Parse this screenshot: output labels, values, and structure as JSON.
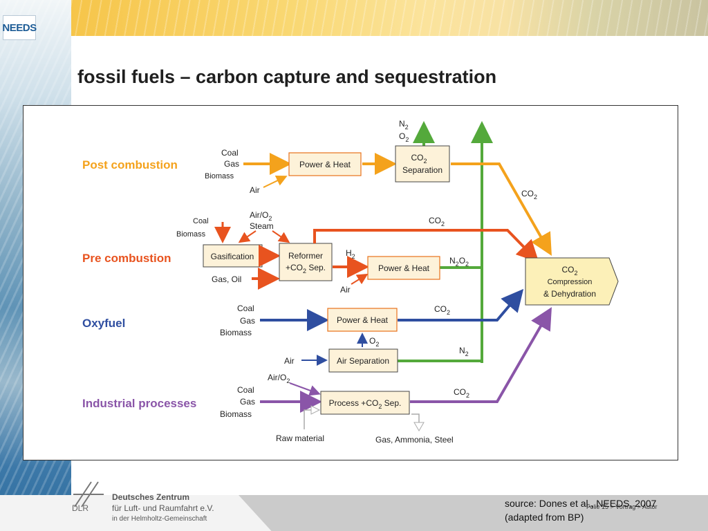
{
  "header": {
    "logo_text": "NEEDS",
    "title": "fossil fuels – carbon capture and sequestration"
  },
  "colors": {
    "post": "#f4a21c",
    "pre": "#e8531f",
    "oxy": "#2f4ea0",
    "ind": "#8a55a8",
    "n2": "#54a93b",
    "co2path": "#f4a21c"
  },
  "diagram": {
    "categories": {
      "post": "Post combustion",
      "pre": "Pre combustion",
      "oxy": "Oxyfuel",
      "ind": "Industrial processes"
    },
    "post": {
      "in1": "Coal",
      "in2": "Gas",
      "in3": "Biomass",
      "air": "Air",
      "box1": "Power & Heat",
      "box2_l1": "CO",
      "box2_sub": "2",
      "box2_l2": "Separation",
      "n2": "N",
      "n2sub": "2",
      "o2": "O",
      "o2sub": "2",
      "co2": "CO",
      "co2sub": "2"
    },
    "pre": {
      "coal": "Coal",
      "biomass": "Biomass",
      "airo2": "Air/O",
      "airo2sub": "2",
      "steam": "Steam",
      "gas_oil": "Gas, Oil",
      "gasif": "Gasification",
      "ref_l1": "Reformer",
      "ref_l2a": "+CO",
      "ref_sub": "2",
      "ref_l2b": " Sep.",
      "h2": "H",
      "h2sub": "2",
      "air": "Air",
      "box": "Power & Heat",
      "n2o2a": "N",
      "n2o2b": "O",
      "sub": "2",
      "co2": "CO",
      "co2sub": "2"
    },
    "oxy": {
      "coal": "Coal",
      "gas": "Gas",
      "biomass": "Biomass",
      "box": "Power & Heat",
      "co2": "CO",
      "co2sub": "2",
      "o2": "O",
      "o2sub": "2",
      "air": "Air",
      "airsep": "Air Separation",
      "n2": "N",
      "n2sub": "2"
    },
    "ind": {
      "airo2": "Air/O",
      "airo2sub": "2",
      "coal": "Coal",
      "gas": "Gas",
      "biomass": "Biomass",
      "box_a": "Process +CO",
      "box_sub": "2",
      "box_b": " Sep.",
      "co2": "CO",
      "co2sub": "2",
      "raw": "Raw material",
      "products": "Gas, Ammonia, Steel"
    },
    "compression": {
      "l1": "CO",
      "l1sub": "2",
      "l2": "Compression",
      "l3": "& Dehydration"
    }
  },
  "footer": {
    "org_l1": "Deutsches Zentrum",
    "org_l2": "für Luft- und Raumfahrt e.V.",
    "org_l3": "in der Helmholtz-Gemeinschaft",
    "org_abbr": "DLR",
    "slide_ref": "Folie 15 > Vortrag > Autor",
    "source_l1": "source: Dones et al., NEEDS, 2007",
    "source_l2": "(adapted from BP)"
  }
}
